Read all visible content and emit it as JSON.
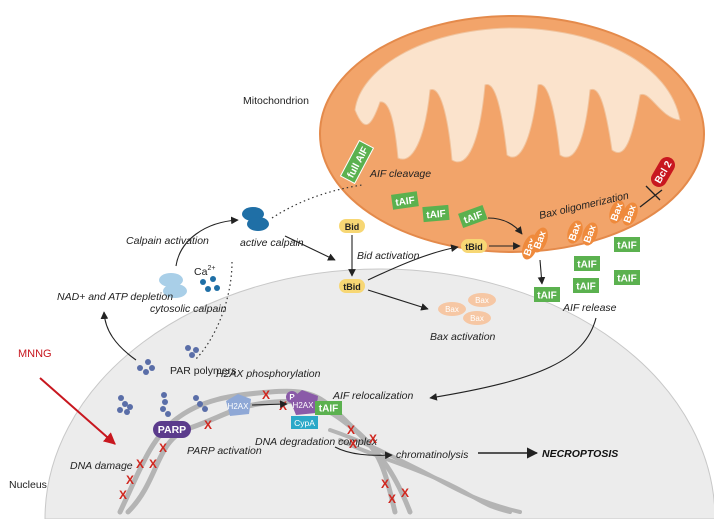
{
  "labels": {
    "mitochondrion": "Mitochondrion",
    "nucleus": "Nucleus",
    "aif_cleavage": "AIF cleavage",
    "bax_oligomerization": "Bax oligomerization",
    "calpain_activation": "Calpain activation",
    "active_calpain": "active calpain",
    "bid_activation": "Bid activation",
    "ca2": "Ca",
    "ca2_sup": "2+",
    "cytosolic_calpain": "cytosolic calpain",
    "nad_atp_depletion": "NAD+ and ATP depletion",
    "bax_activation": "Bax activation",
    "aif_release": "AIF release",
    "mnng": "MNNG",
    "par_polymers": "PAR polymers",
    "h2ax_phosphorylation": "H2AX phosphorylation",
    "aif_relocalization": "AIF relocalization",
    "dna_degradation_complex": "DNA degradation complex",
    "chromatinolysis": "chromatinolysis",
    "necroptosis": "NECROPTOSIS",
    "dna_damage": "DNA damage",
    "parp_activation": "PARP activation"
  },
  "molecules": {
    "full_aif": "full AIF",
    "taif": "tAIF",
    "bcl2": "Bcl 2",
    "bid": "Bid",
    "tbid": "tBid",
    "bax": "Bax",
    "parp": "PARP",
    "h2ax": "H2AX",
    "p": "P",
    "cypa": "CypA",
    "damage_mark": "X"
  },
  "colors": {
    "mito_fill": "#f2a46a",
    "mito_inner": "#fbe3cc",
    "nucleus_fill": "#ececec",
    "aif_green": "#5bb14f",
    "bax_orange": "#ef8a3c",
    "bax_pale": "#f6c7a4",
    "bcl2_red": "#c8171f",
    "bid_yellow": "#f7d774",
    "calpain_blue": "#1f6fa6",
    "cytosolic_blue": "#a9cfe8",
    "parp_purple": "#5b3b8c",
    "h2ax_blue": "#8fa8d6",
    "h2ax_purple": "#8a5aa8",
    "cypa_cyan": "#2aa8c8",
    "mnng_red": "#c8171f",
    "x_red": "#d0261e",
    "dna_gray": "#b4b4b4"
  }
}
